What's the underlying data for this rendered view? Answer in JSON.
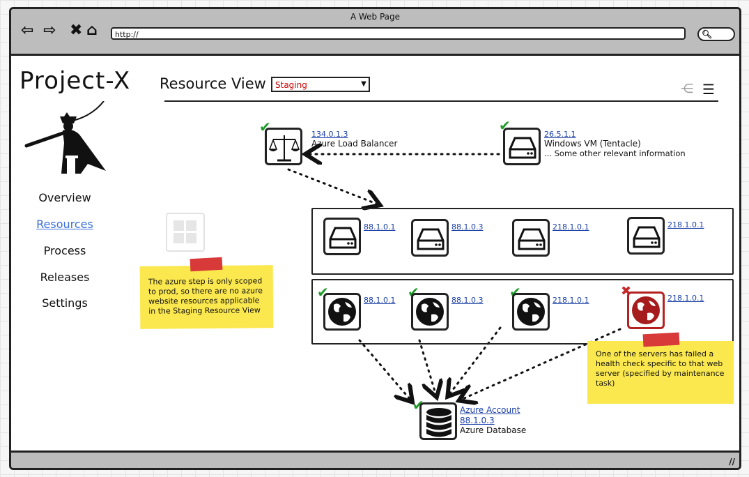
{
  "window": {
    "title": "A Web Page",
    "url": "http://"
  },
  "nav_icons": {
    "back": "arrow-left-icon",
    "forward": "arrow-right-icon",
    "close": "close-icon",
    "home": "home-icon",
    "search": "search-icon"
  },
  "app": {
    "logo": "Project-X",
    "nav": [
      "Overview",
      "Resources",
      "Process",
      "Releases",
      "Settings"
    ],
    "active_nav": "Resources"
  },
  "resource_view": {
    "title": "Resource View",
    "environment": "Staging"
  },
  "load_balancer": {
    "ip": "134.0.1.3",
    "name": "Azure Load Balancer"
  },
  "windows_vm": {
    "ip": "26.5.1.1",
    "name": "Windows VM (Tentacle)",
    "info": "... Some other relevant information"
  },
  "servers": [
    {
      "ip": "88.1.0.1"
    },
    {
      "ip": "88.1.0.3"
    },
    {
      "ip": "218.1.0.1"
    },
    {
      "ip": "218.1.0.1"
    }
  ],
  "web_servers": [
    {
      "ip": "88.1.0.1",
      "status": "ok"
    },
    {
      "ip": "88.1.0.3",
      "status": "ok"
    },
    {
      "ip": "218.1.0.1",
      "status": "ok"
    },
    {
      "ip": "218.1.0.1",
      "status": "failed"
    }
  ],
  "database": {
    "account": "Azure Account",
    "ip": "88.1.0.3",
    "name": "Azure Database"
  },
  "notes": {
    "azure": "The azure step is only scoped to prod, so there are no azure website resources applicable in the Staging Resource View",
    "failed": "One of the servers has failed a health check specific to that web server (specified by maintenance task)"
  },
  "colors": {
    "ok": "#1e9c28",
    "failed": "#c52828",
    "link": "#1a3fa8",
    "note": "#fbe84e",
    "tape": "#d83a3a",
    "active_nav": "#3a6fd9"
  }
}
